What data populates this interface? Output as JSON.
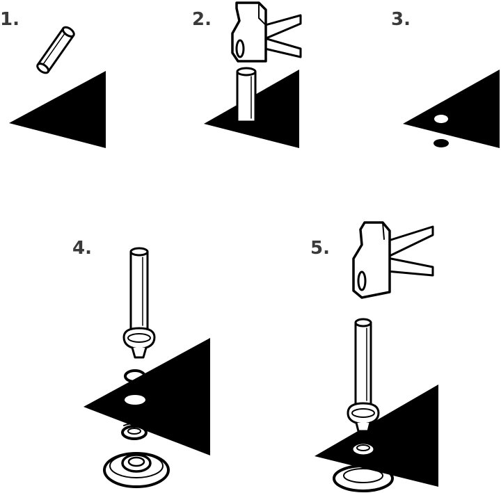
{
  "steps": [
    {
      "label": "1."
    },
    {
      "label": "2."
    },
    {
      "label": "3."
    },
    {
      "label": "4."
    },
    {
      "label": "5."
    }
  ],
  "colors": {
    "ink": "#000000",
    "paper": "#ffffff",
    "number": "#3a3a3a"
  }
}
